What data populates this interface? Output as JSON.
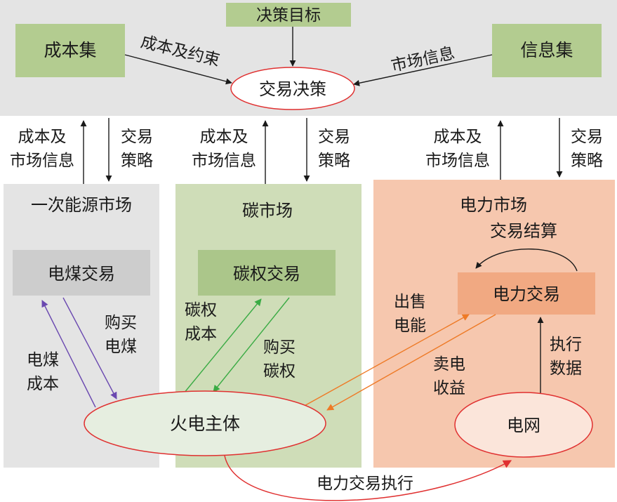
{
  "top_panel": {
    "goal_box": "决策目标",
    "cost_set": "成本集",
    "info_set": "信息集",
    "decision_ellipse": "交易决策",
    "label_cost_constraint": "成本及约束",
    "label_market_info": "市场信息"
  },
  "links": {
    "left": {
      "up_l1": "成本及",
      "up_l2": "市场信息",
      "down_l1": "交易",
      "down_l2": "策略"
    },
    "middle": {
      "up_l1": "成本及",
      "up_l2": "市场信息",
      "down_l1": "交易",
      "down_l2": "策略"
    },
    "right": {
      "up_l1": "成本及",
      "up_l2": "市场信息",
      "down_l1": "交易",
      "down_l2": "策略"
    }
  },
  "primary_market": {
    "title": "一次能源市场",
    "trade_box": "电煤交易",
    "buy_l1": "购买",
    "buy_l2": "电煤",
    "cost_l1": "电煤",
    "cost_l2": "成本"
  },
  "carbon_market": {
    "title": "碳市场",
    "trade_box": "碳权交易",
    "cost_l1": "碳权",
    "cost_l2": "成本",
    "buy_l1": "购买",
    "buy_l2": "碳权"
  },
  "power_market": {
    "title": "电力市场",
    "settlement": "交易结算",
    "trade_box": "电力交易",
    "sell_l1": "出售",
    "sell_l2": "电能",
    "revenue_l1": "卖电",
    "revenue_l2": "收益",
    "exec_l1": "执行",
    "exec_l2": "数据",
    "grid": "电网"
  },
  "thermal_entity": "火电主体",
  "bottom_label": "电力交易执行",
  "colors": {
    "top_panel": "#e4e4e4",
    "box_green": "#b3cc90",
    "primary_panel": "#e4e4e4",
    "primary_box": "#cdcdcd",
    "carbon_panel": "#cfddb8",
    "carbon_box": "#abc68a",
    "power_panel": "#f6c7ae",
    "power_box": "#f1a982",
    "ellipse_stroke": "#e03030",
    "arrow_purple": "#6a48b0",
    "arrow_green": "#3aab44",
    "arrow_orange": "#ee7a26"
  }
}
